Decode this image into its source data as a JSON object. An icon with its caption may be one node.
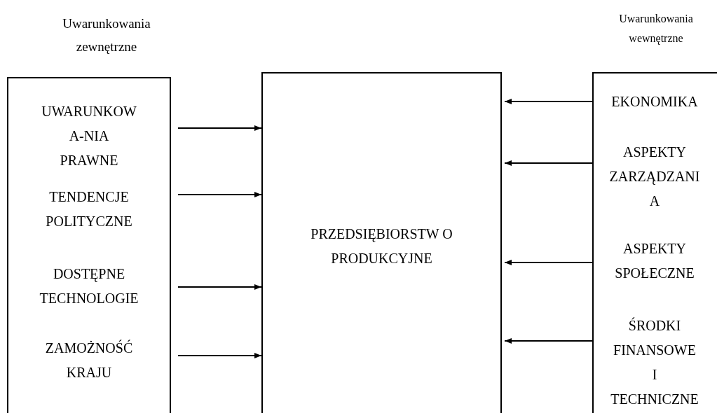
{
  "diagram": {
    "nodes": [
      {
        "text": [
          "Uwarunkowania zewnętrzne"
        ]
      },
      {
        "text": [
          "UWARUNKOW A-NIA PRAWNE"
        ],
        "in": 0
      },
      {
        "text": [
          "TENDENCJE POLITYCZNE"
        ],
        "in": 0
      },
      {
        "text": [
          "DOSTĘPNE TECHNOLOGIE"
        ],
        "in": 0
      },
      {
        "text": [
          "ZAMOŻNOŚĆ KRAJU"
        ],
        "in": 0
      },
      {
        "text": [
          "PRZEDSIĘBIORSTW O PRODUKCYJNE"
        ]
      },
      {
        "text": [
          "Uwarunkowania wewnętrzne"
        ]
      },
      {
        "text": [
          "EKONOMIKA"
        ],
        "in": 6
      },
      {
        "text": [
          "ASPEKTY ZARZĄDZANI A"
        ],
        "in": 6
      },
      {
        "text": [
          "ASPEKTY SPOŁECZNE"
        ],
        "in": 6
      },
      {
        "text": [
          "ŚRODKI FINANSOWE I TECHNICZNE"
        ],
        "in": 6
      }
    ],
    "edges": [
      {
        "from": 1,
        "to": 5,
        "arrow": "to"
      },
      {
        "from": 2,
        "to": 5,
        "arrow": "to"
      },
      {
        "from": 3,
        "to": 5,
        "arrow": "to"
      },
      {
        "from": 4,
        "to": 5,
        "arrow": "to"
      },
      {
        "from": 7,
        "to": 5,
        "arrow": "to"
      },
      {
        "from": 8,
        "to": 5,
        "arrow": "to"
      },
      {
        "from": 9,
        "to": 5,
        "arrow": "to"
      },
      {
        "from": 10,
        "to": 5,
        "arrow": "to"
      }
    ]
  }
}
